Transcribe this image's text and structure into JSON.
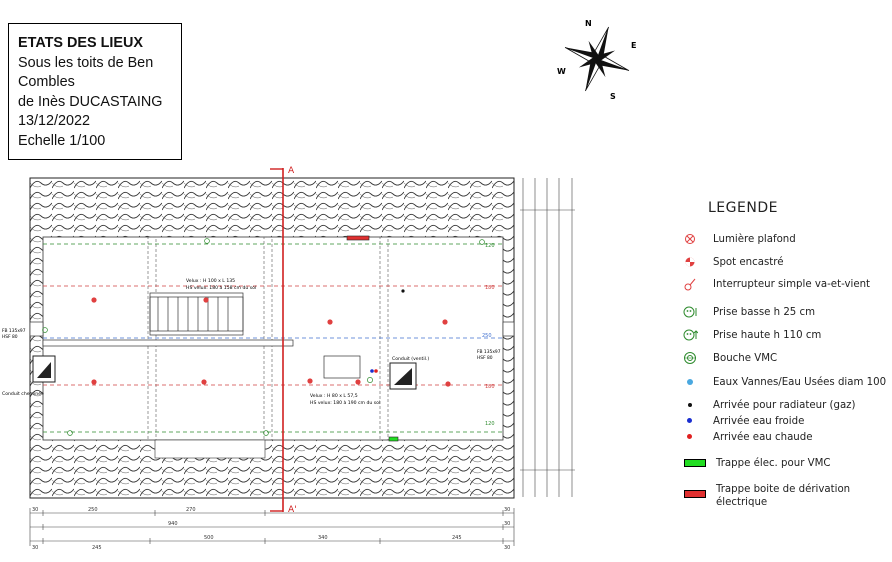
{
  "title_block": {
    "heading": "ETATS DES LIEUX",
    "line1": "Sous les toits de Ben",
    "line2": "Combles",
    "line3": "de Inès DUCASTAING",
    "date": "13/12/2022",
    "scale": "Echelle 1/100"
  },
  "compass": {
    "north": "N",
    "east": "E",
    "south": "S",
    "west": "W"
  },
  "section": {
    "top_label": "A",
    "bottom_label": "A'"
  },
  "plan_labels": {
    "velux_top_1": "Velux : H 100 x L 135",
    "velux_top_2": "HS velux: 180 à 158 cm du sol",
    "velux_bot_1": "Velux : H 80 x L 57,5",
    "velux_bot_2": "HS velux: 180 à 190 cm du sol",
    "chimney_left": "Conduit cheminée",
    "chimney_right": "Conduit (ventil.)",
    "fb_left_1": "FB 135x97",
    "fb_left_2": "HSF 80",
    "fb_right_1": "FB 135x97",
    "fb_right_2": "HSF 80",
    "h_120": "120",
    "h_180": "180",
    "h_250": "250"
  },
  "dimensions": {
    "row1": [
      "30",
      "250",
      "270",
      "...",
      "30"
    ],
    "row2": [
      "940",
      "30"
    ],
    "row3": [
      "30",
      "245",
      "...",
      "500",
      "...",
      "340",
      "...",
      "245",
      "30"
    ]
  },
  "legend": {
    "title": "LEGENDE",
    "items": [
      {
        "label": "Lumière plafond",
        "icon": "ceiling-light-icon",
        "color": "#e04040"
      },
      {
        "label": "Spot encastré",
        "icon": "recessed-spot-icon",
        "color": "#e04040"
      },
      {
        "label": "Interrupteur simple va-et-vient",
        "icon": "switch-icon",
        "color": "#e04040"
      },
      {
        "label": "Prise basse  h 25 cm",
        "icon": "outlet-low-icon",
        "color": "#2e8b2e"
      },
      {
        "label": "Prise haute h 110 cm",
        "icon": "outlet-high-icon",
        "color": "#2e8b2e"
      },
      {
        "label": "Bouche VMC",
        "icon": "vmc-vent-icon",
        "color": "#2e8b2e"
      },
      {
        "label": "Eaux Vannes/Eau Usées diam 100",
        "icon": "waste-water-icon",
        "color": "#4aa8e0"
      },
      {
        "label": "Arrivée pour radiateur (gaz)",
        "icon": "gas-inlet-icon",
        "color": "#111111"
      },
      {
        "label": "Arrivée eau froide",
        "icon": "cold-water-icon",
        "color": "#1a2ed0"
      },
      {
        "label": "Arrivée eau chaude",
        "icon": "hot-water-icon",
        "color": "#e02020"
      },
      {
        "label": "Trappe élec. pour VMC",
        "icon": "vmc-hatch-icon",
        "color": "#22dd22"
      },
      {
        "label": "Trappe boite de dérivation électrique",
        "icon": "junction-box-hatch-icon",
        "color": "#e03030"
      }
    ]
  }
}
